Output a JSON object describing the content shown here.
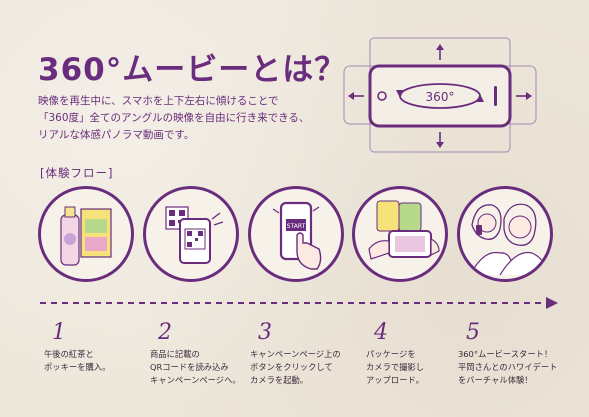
{
  "title": "360°ムービーとは？",
  "description": [
    "映像を再生中に、スマホを上下左右に傾けることで",
    "「360度」全てのアングルの映像を自由に行き来できる、",
    "リアルな体感パノラマ動画です。"
  ],
  "diagram": {
    "label": "360°"
  },
  "flow_label": "[体験フロー]",
  "colors": {
    "accent": "#6a2d7d",
    "background": "#ede6da",
    "text": "#3e2a3e"
  },
  "steps": [
    {
      "number": "1",
      "lines": [
        "午後の紅茶と",
        "ポッキーを購入。"
      ],
      "icon": "products-illustration"
    },
    {
      "number": "2",
      "lines": [
        "商品に記載の",
        "QRコードを読み込み",
        "キャンペーンページへ。"
      ],
      "icon": "qr-code-illustration"
    },
    {
      "number": "3",
      "lines": [
        "キャンペーンページ上の",
        "ボタンをクリックして",
        "カメラを起動。"
      ],
      "icon": "start-button-illustration"
    },
    {
      "number": "4",
      "lines": [
        "パッケージを",
        "カメラで撮影し",
        "アップロード。"
      ],
      "icon": "camera-phone-illustration"
    },
    {
      "number": "5",
      "lines": [
        "360°ムービースタート！",
        "平岡さんとのハワイデート",
        "をバーチャル体験！"
      ],
      "icon": "virtual-date-illustration"
    }
  ]
}
